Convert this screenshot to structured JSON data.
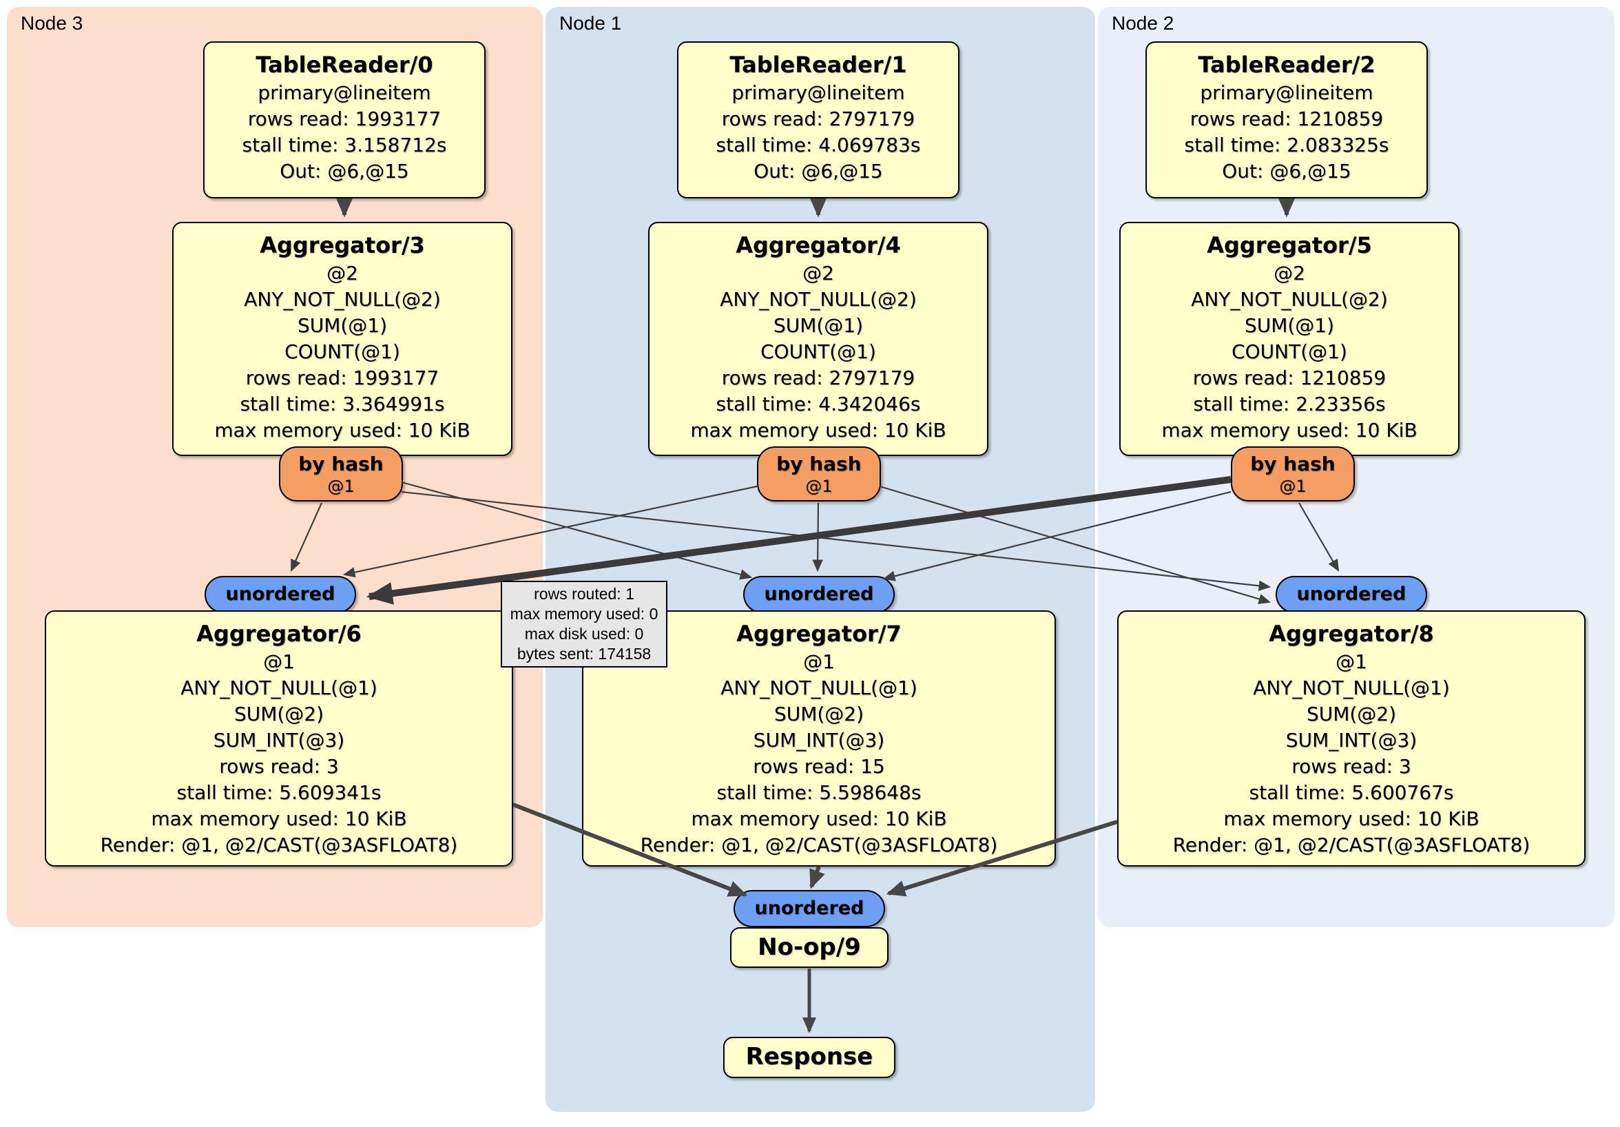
{
  "colors": {
    "node3_bg": "#fbdfcc",
    "node1_bg": "#d4e1ee",
    "node2_bg": "#e9eef8",
    "box_bg": "#ffffcc",
    "router_bg": "#f59e63",
    "stream_bg": "#6d9ff2",
    "tooltip_bg": "#e6e6e6",
    "edge": "#404040"
  },
  "node_groups": [
    {
      "label": "Node 3",
      "table_reader": {
        "title": "TableReader/0",
        "lines": [
          "primary@lineitem",
          "rows read: 1993177",
          "stall time: 3.158712s",
          "Out: @6,@15"
        ]
      },
      "pre_aggregator": {
        "title": "Aggregator/3",
        "lines": [
          "@2",
          "ANY_NOT_NULL(@2)",
          "SUM(@1)",
          "COUNT(@1)",
          "rows read: 1993177",
          "stall time: 3.364991s",
          "max memory used: 10 KiB"
        ]
      },
      "router": {
        "label": "by hash",
        "key": "@1"
      },
      "stream": {
        "label": "unordered"
      },
      "final_aggregator": {
        "title": "Aggregator/6",
        "lines": [
          "@1",
          "ANY_NOT_NULL(@1)",
          "SUM(@2)",
          "SUM_INT(@3)",
          "rows read: 3",
          "stall time: 5.609341s",
          "max memory used: 10 KiB",
          "Render: @1, @2/CAST(@3ASFLOAT8)"
        ]
      }
    },
    {
      "label": "Node 1",
      "table_reader": {
        "title": "TableReader/1",
        "lines": [
          "primary@lineitem",
          "rows read: 2797179",
          "stall time: 4.069783s",
          "Out: @6,@15"
        ]
      },
      "pre_aggregator": {
        "title": "Aggregator/4",
        "lines": [
          "@2",
          "ANY_NOT_NULL(@2)",
          "SUM(@1)",
          "COUNT(@1)",
          "rows read: 2797179",
          "stall time: 4.342046s",
          "max memory used: 10 KiB"
        ]
      },
      "router": {
        "label": "by hash",
        "key": "@1"
      },
      "stream": {
        "label": "unordered"
      },
      "final_aggregator": {
        "title": "Aggregator/7",
        "lines": [
          "@1",
          "ANY_NOT_NULL(@1)",
          "SUM(@2)",
          "SUM_INT(@3)",
          "rows read: 15",
          "stall time: 5.598648s",
          "max memory used: 10 KiB",
          "Render: @1, @2/CAST(@3ASFLOAT8)"
        ]
      }
    },
    {
      "label": "Node 2",
      "table_reader": {
        "title": "TableReader/2",
        "lines": [
          "primary@lineitem",
          "rows read: 1210859",
          "stall time: 2.083325s",
          "Out: @6,@15"
        ]
      },
      "pre_aggregator": {
        "title": "Aggregator/5",
        "lines": [
          "@2",
          "ANY_NOT_NULL(@2)",
          "SUM(@1)",
          "COUNT(@1)",
          "rows read: 1210859",
          "stall time: 2.23356s",
          "max memory used: 10 KiB"
        ]
      },
      "router": {
        "label": "by hash",
        "key": "@1"
      },
      "stream": {
        "label": "unordered"
      },
      "final_aggregator": {
        "title": "Aggregator/8",
        "lines": [
          "@1",
          "ANY_NOT_NULL(@1)",
          "SUM(@2)",
          "SUM_INT(@3)",
          "rows read: 3",
          "stall time: 5.600767s",
          "max memory used: 10 KiB",
          "Render: @1, @2/CAST(@3ASFLOAT8)"
        ]
      }
    }
  ],
  "tooltip": {
    "lines": [
      "rows routed: 1",
      "max memory used: 0",
      "max disk used: 0",
      "bytes sent: 174158"
    ]
  },
  "sink": {
    "stream_label": "unordered",
    "noop_title": "No-op/9",
    "response_title": "Response"
  }
}
